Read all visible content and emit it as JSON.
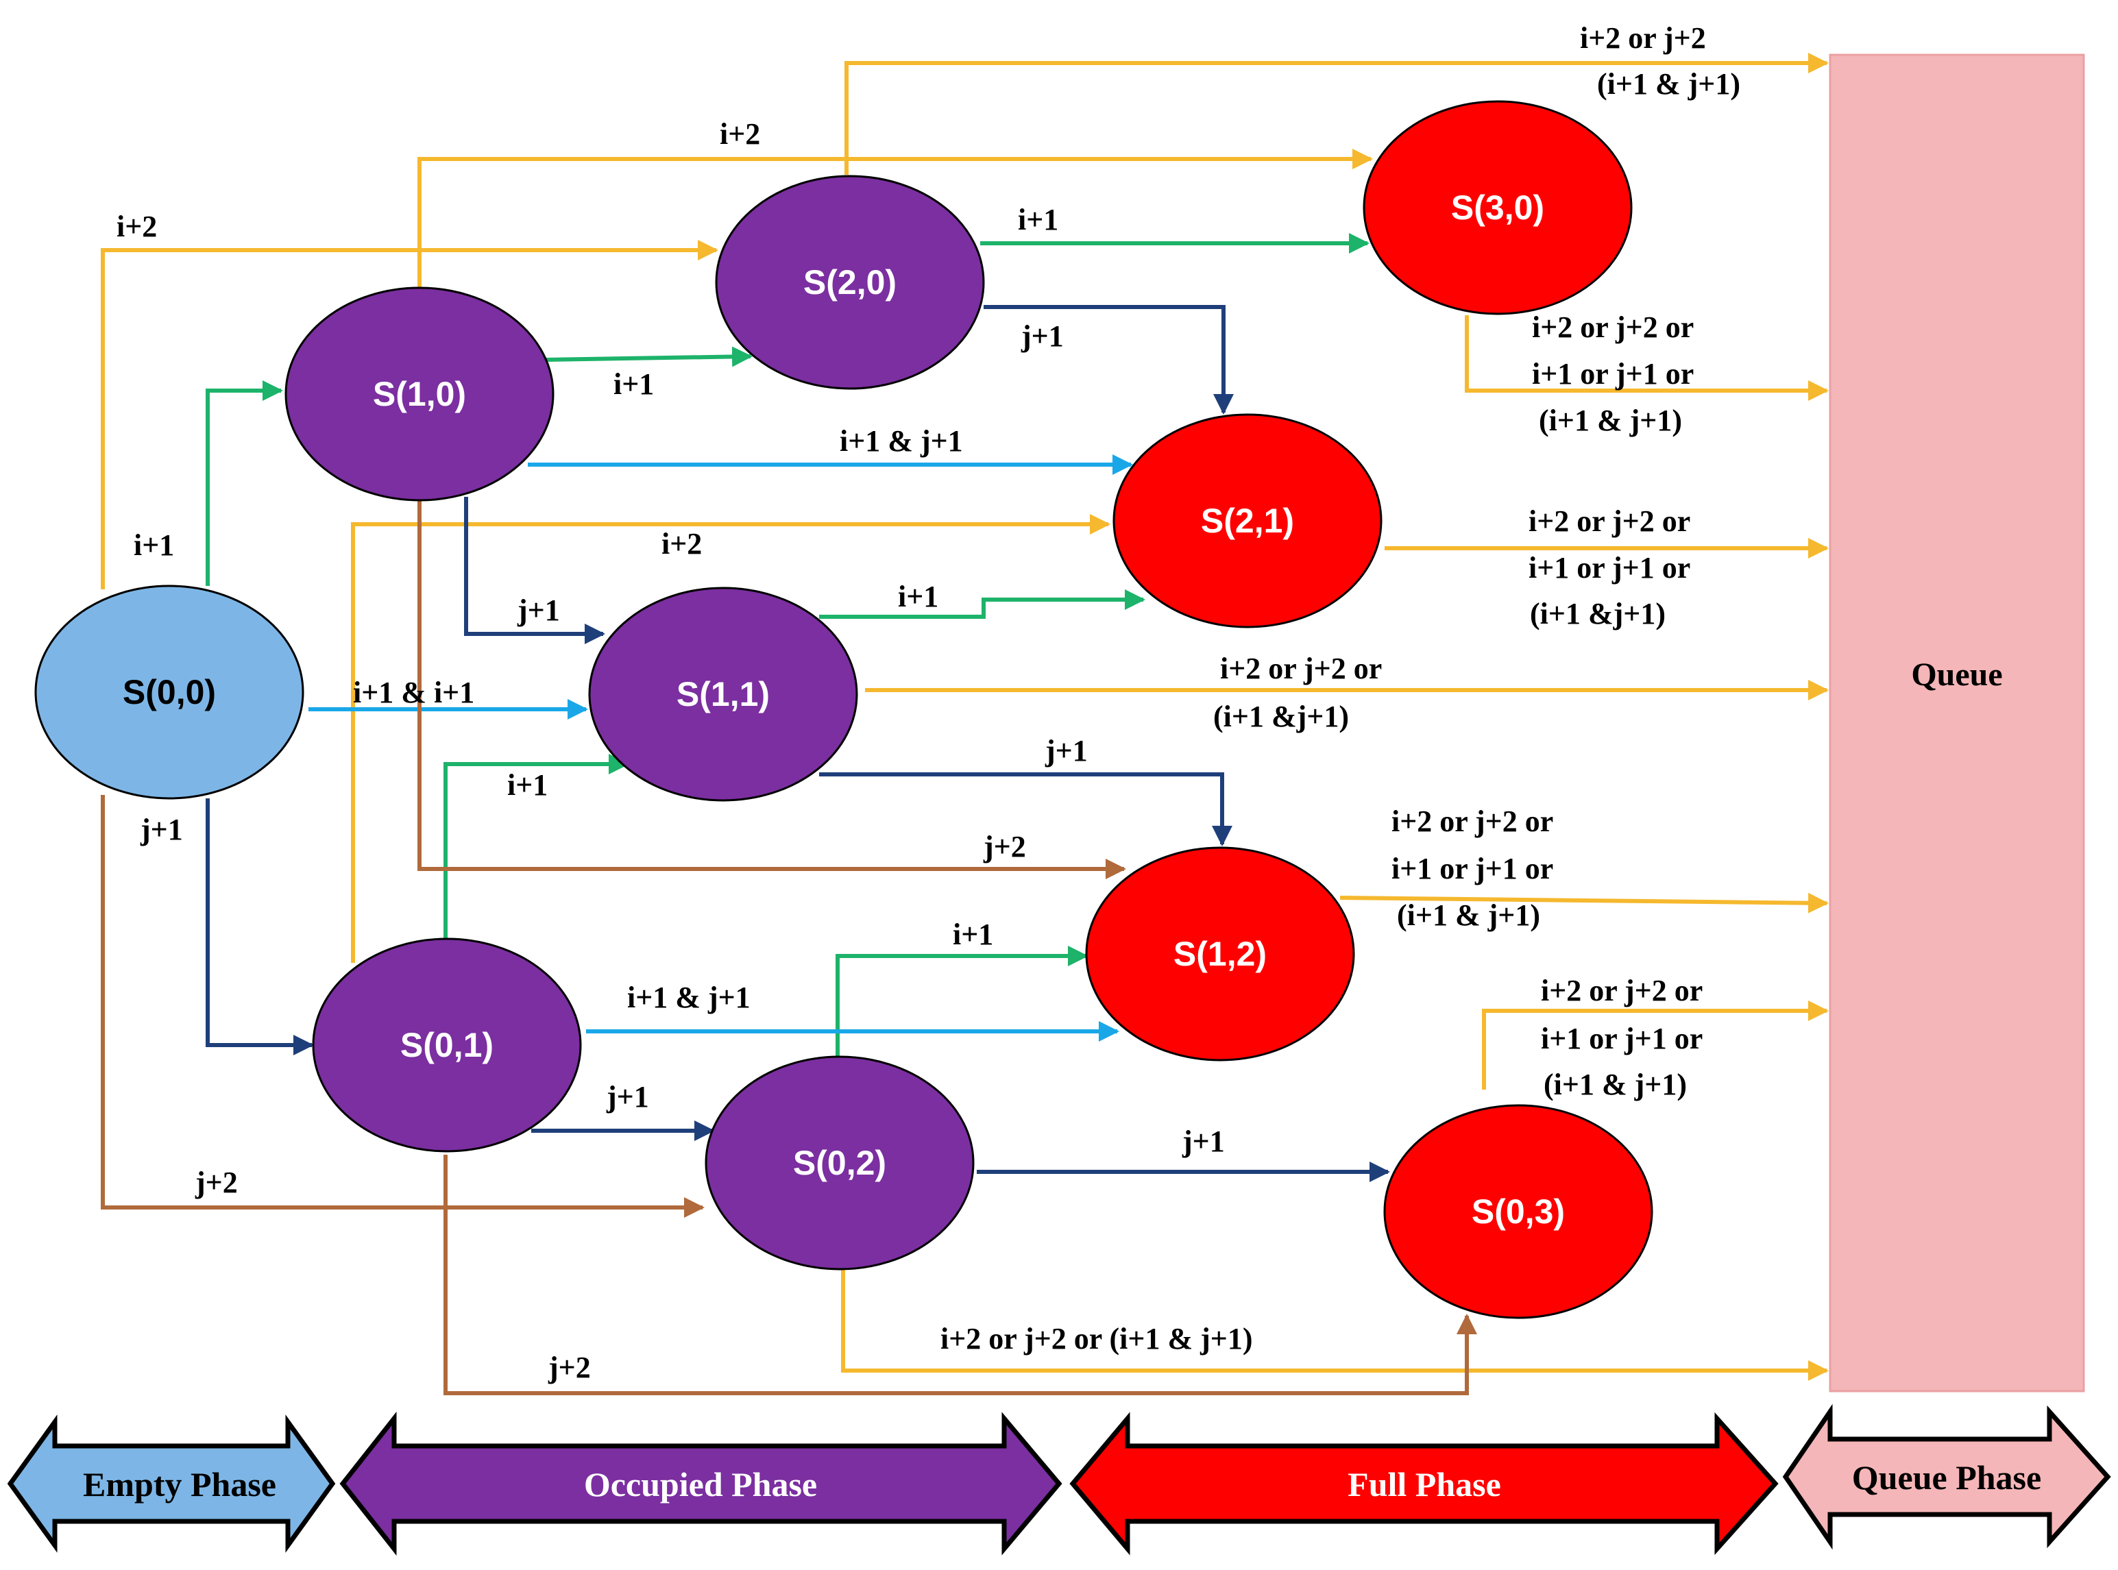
{
  "colors": {
    "yellow": "#F5B82E",
    "green": "#1DB36A",
    "cyan": "#1AA7E8",
    "navy": "#1F3F7A",
    "brown": "#B06A3B",
    "purple": "#7B2FA0",
    "red": "#FF0000",
    "blue_light": "#7DB6E6",
    "queue_pink": "#F4B6B8"
  },
  "states": {
    "s00": "S(0,0)",
    "s10": "S(1,0)",
    "s20": "S(2,0)",
    "s30": "S(3,0)",
    "s11": "S(1,1)",
    "s21": "S(2,1)",
    "s01": "S(0,1)",
    "s02": "S(0,2)",
    "s12": "S(1,2)",
    "s03": "S(0,3)"
  },
  "queue": {
    "label": "Queue"
  },
  "labels": {
    "l_s00_s20": "i+2",
    "l_s10_s30": "i+2",
    "l_s00_s10": "i+1",
    "l_s10_s20": "i+1",
    "l_s20_s30": "i+1",
    "l_s20_s21": "j+1",
    "l_s10_s21": "i+1 & j+1",
    "l_s01_s21": "i+2",
    "l_s10_s11": "j+1",
    "l_s11_s21": "i+1",
    "l_s00_s11": "i+1 & i+1",
    "l_s01_s11": "i+1",
    "l_s00_s01": "j+1",
    "l_s11_s12": "j+1",
    "l_s10_s12": "j+2",
    "l_s02_s12": "i+1",
    "l_s01_s12": "i+1 & j+1",
    "l_s01_s02": "j+1",
    "l_s00_s02": "j+2",
    "l_s02_s03": "j+1",
    "l_s01_s03": "j+2",
    "q1_a": "i+2 or j+2",
    "q1_b": "(i+1 & j+1)",
    "q2_a": "i+2 or j+2 or",
    "q2_b": "i+1 or j+1 or",
    "q2_c": "(i+1 & j+1)",
    "q3_a": "i+2 or j+2 or",
    "q3_b": "i+1 or j+1 or",
    "q3_c": "(i+1 &j+1)",
    "q4_a": "i+2 or  j+2 or",
    "q4_b": "(i+1 &j+1)",
    "q5_a": "i+2 or j+2 or",
    "q5_b": "i+1 or  j+1 or",
    "q5_c": "(i+1 & j+1)",
    "q6_a": "i+2 or j+2 or",
    "q6_b": "i+1 or j+1 or",
    "q6_c": "(i+1 & j+1)",
    "q7": "i+2 or j+2  or  (i+1 & j+1)"
  },
  "phases": {
    "empty": "Empty Phase",
    "occupied": "Occupied Phase",
    "full": "Full Phase",
    "queue": "Queue Phase"
  }
}
